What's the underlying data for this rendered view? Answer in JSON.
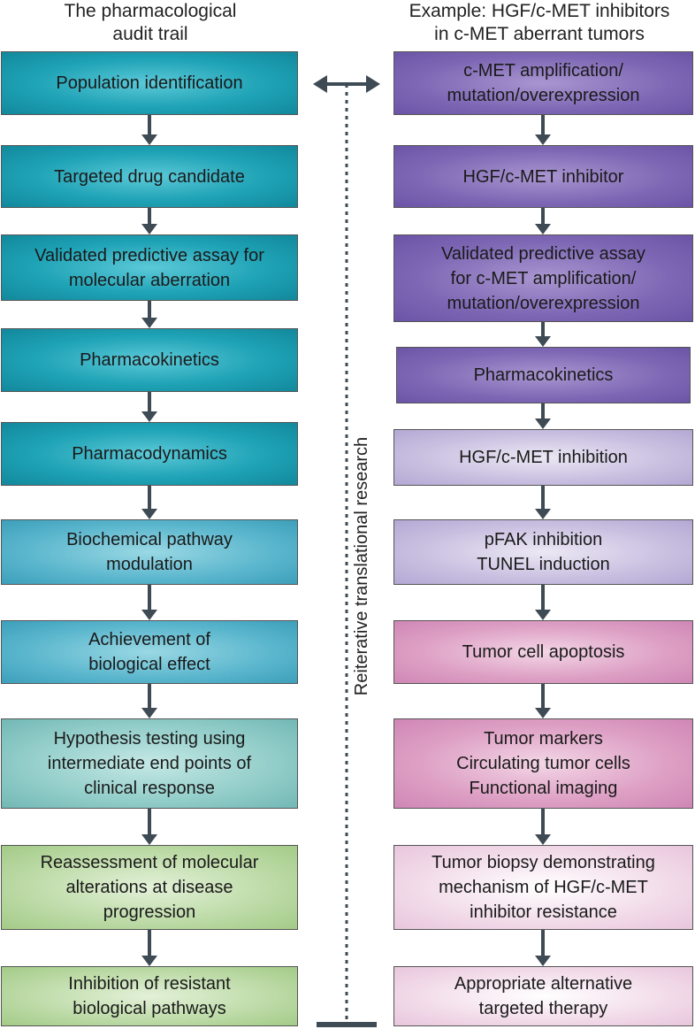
{
  "left_heading": "The pharmacological\naudit trail",
  "right_heading": "Example: HGF/c-MET inhibitors\nin c-MET aberrant tumors",
  "center_label": "Reiterative translational research",
  "left_steps": [
    "Population identification",
    "Targeted drug candidate",
    "Validated predictive assay for\nmolecular aberration",
    "Pharmacokinetics",
    "Pharmacodynamics",
    "Biochemical pathway\nmodulation",
    "Achievement of\nbiological effect",
    "Hypothesis testing using\nintermediate end points of\nclinical response",
    "Reassessment of molecular\nalterations at disease\nprogression",
    "Inhibition of resistant\nbiological pathways"
  ],
  "right_steps": [
    "c-MET amplification/\nmutation/overexpression",
    "HGF/c-MET inhibitor",
    "Validated predictive assay\nfor c-MET amplification/\nmutation/overexpression",
    "Pharmacokinetics",
    "HGF/c-MET inhibition",
    "pFAK inhibition\nTUNEL induction",
    "Tumor cell apoptosis",
    "Tumor markers\nCirculating tumor cells\nFunctional imaging",
    "Tumor biopsy demonstrating\nmechanism of HGF/c-MET\ninhibitor resistance",
    "Appropriate alternative\ntargeted therapy"
  ],
  "colors": {
    "arrow": "#3e4a54",
    "left_teal_dark": "#1fa3b6",
    "left_teal_light": "#5ab6cd",
    "left_aqua": "#92cdc9",
    "left_green": "#bcdaa6",
    "right_purple_dark": "#7e68b5",
    "right_lavender": "#c8bfe0",
    "right_pink": "#dd9fc4",
    "right_pale_pink": "#f2dbe9"
  }
}
